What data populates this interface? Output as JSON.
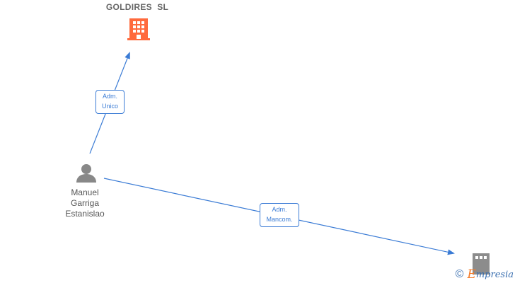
{
  "company_main": {
    "name": "GOLDIRES  SL",
    "icon": "building-icon",
    "color": "#ff6a3d"
  },
  "company_secondary": {
    "icon": "building-icon",
    "color": "#8c8c8c"
  },
  "person": {
    "name_lines": [
      "Manuel",
      "Garriga",
      "Estanislao"
    ],
    "icon": "person-icon",
    "color": "#888888"
  },
  "edges": [
    {
      "label_lines": [
        "Adm.",
        "Unico"
      ]
    },
    {
      "label_lines": [
        "Adm.",
        "Mancom."
      ]
    }
  ],
  "edge_color": "#3a7bd5",
  "watermark": {
    "symbol": "©",
    "brand_initial": "E",
    "brand_rest": "mpresia"
  }
}
